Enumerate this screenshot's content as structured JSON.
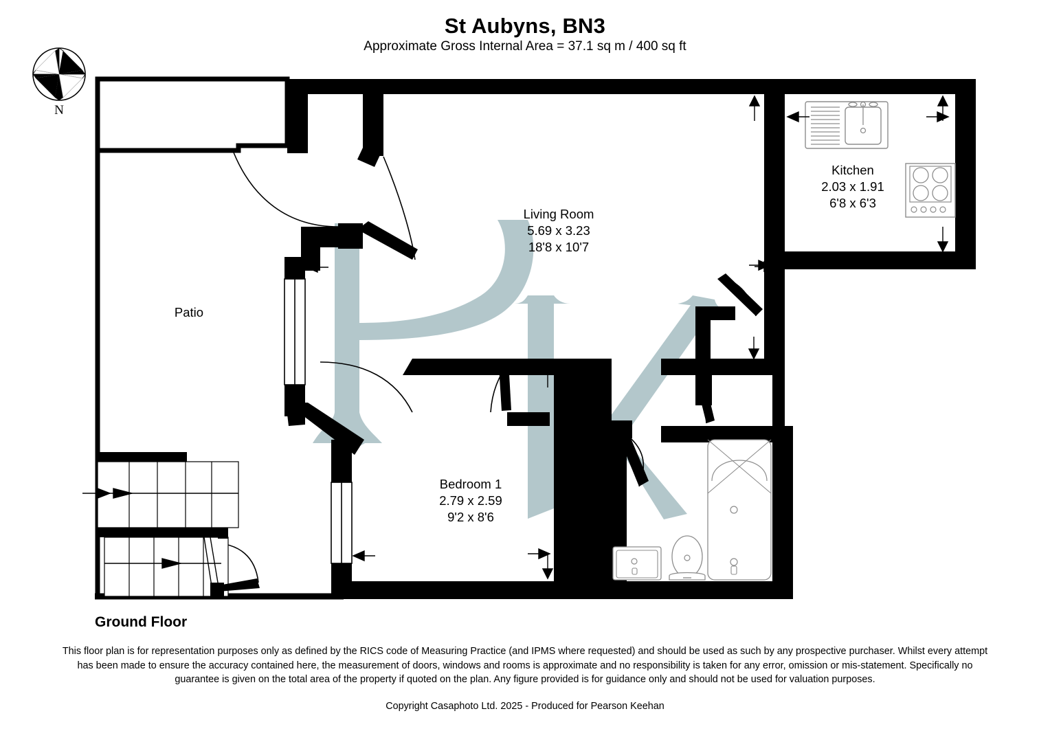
{
  "header": {
    "title": "St Aubyns, BN3",
    "subtitle": "Approximate Gross Internal Area = 37.1 sq m / 400 sq ft"
  },
  "floor": {
    "label": "Ground Floor"
  },
  "compass": {
    "direction_label": "N",
    "icon": "compass-rose-icon"
  },
  "rooms": [
    {
      "name": "Living Room",
      "metric": "5.69 x 3.23",
      "imperial": "18'8 x 10'7"
    },
    {
      "name": "Kitchen",
      "metric": "2.03 x 1.91",
      "imperial": "6'8 x 6'3"
    },
    {
      "name": "Bedroom 1",
      "metric": "2.79 x 2.59",
      "imperial": "9'2 x 8'6"
    },
    {
      "name": "Patio",
      "metric": "",
      "imperial": ""
    }
  ],
  "fixtures": [
    "kitchen-sink-with-drainer",
    "kitchen-hob-four-burner",
    "bathroom-basin",
    "bathroom-wc",
    "bathroom-bath",
    "staircase-lower-flight",
    "staircase-upper-flight"
  ],
  "footer": {
    "disclaimer": "This floor plan is for representation purposes only as defined by the RICS code of Measuring Practice (and IPMS where requested) and should be used as such by any prospective purchaser. Whilst every attempt has been made to ensure the accuracy contained here, the measurement of doors, windows and rooms is approximate and no responsibility is taken for any error, omission or mis-statement. Specifically no guarantee is given on the total area of the property if quoted on the plan. Any figure provided is for guidance only and should not be used for valuation purposes.",
    "copyright": "Copyright Casaphoto Ltd. 2025 - Produced for Pearson Keehan"
  },
  "colors": {
    "wall": "#000000",
    "shading": "#b3c7cb",
    "background": "#ffffff",
    "fixture_outline": "#9a9a9a"
  }
}
